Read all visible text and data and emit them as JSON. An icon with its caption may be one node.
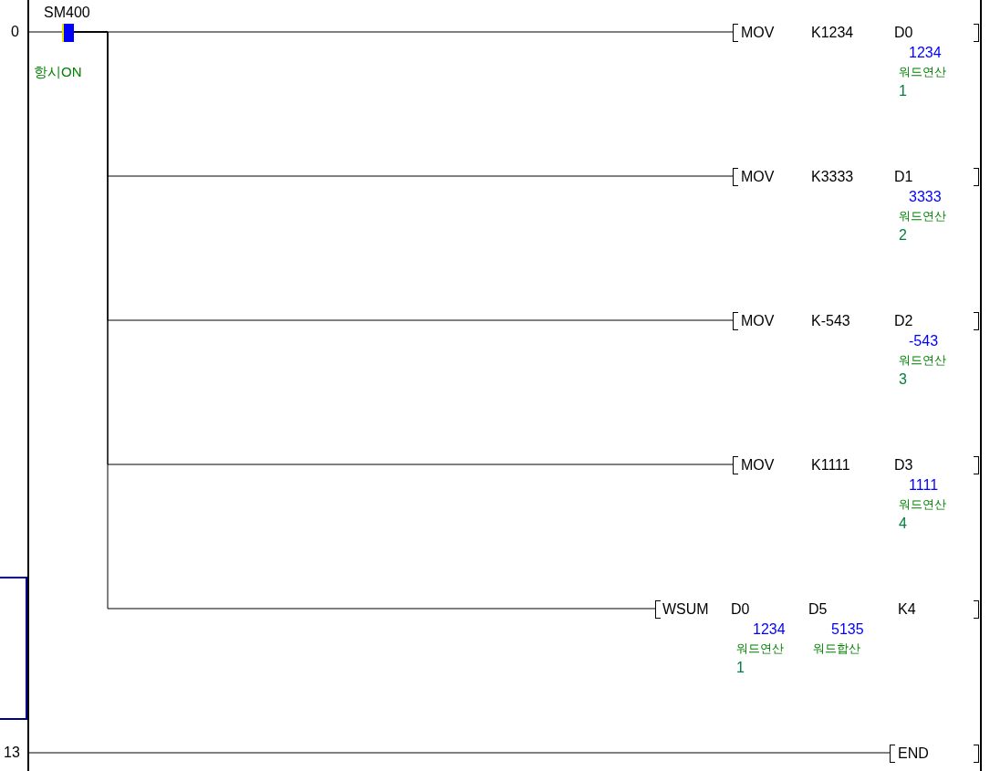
{
  "diagram": {
    "nodes": [
      {
        "text": [],
        "shape": "bar"
      },
      {
        "text": [],
        "shape": "bar"
      },
      {
        "text": [
          "SM400"
        ]
      },
      {
        "text": [
          "MOV",
          "K1234",
          "D0"
        ],
        "beside": [
          "1234",
          "워드연산",
          "1"
        ]
      },
      {
        "text": [
          "MOV",
          "K3333",
          "D1"
        ],
        "beside": [
          "3333",
          "워드연산",
          "2"
        ]
      },
      {
        "text": [
          "MOV",
          "K-543",
          "D2"
        ],
        "beside": [
          "-543",
          "워드연산",
          "3"
        ]
      },
      {
        "text": [
          "MOV",
          "K1111",
          "D3"
        ],
        "beside": [
          "1111",
          "워드연산",
          "4"
        ]
      },
      {
        "text": [
          "WSUM",
          "D0",
          "D5",
          "K4"
        ],
        "beside": [
          "1234",
          "5135",
          "워드연산",
          "워드합산",
          "1"
        ]
      },
      {
        "text": [
          "END"
        ]
      },
      {
        "text": [],
        "shape": "box"
      }
    ],
    "edges": [
      {
        "from": 0,
        "to": 2,
        "arrow": "none"
      },
      {
        "from": 2,
        "to": 3,
        "arrow": "none"
      },
      {
        "from": 2,
        "to": 4,
        "arrow": "none"
      },
      {
        "from": 2,
        "to": 5,
        "arrow": "none"
      },
      {
        "from": 2,
        "to": 6,
        "arrow": "none"
      },
      {
        "from": 2,
        "to": 7,
        "arrow": "none"
      },
      {
        "from": 0,
        "to": 8,
        "arrow": "none"
      }
    ],
    "labels": [
      "0",
      "항시ON",
      "13"
    ]
  }
}
